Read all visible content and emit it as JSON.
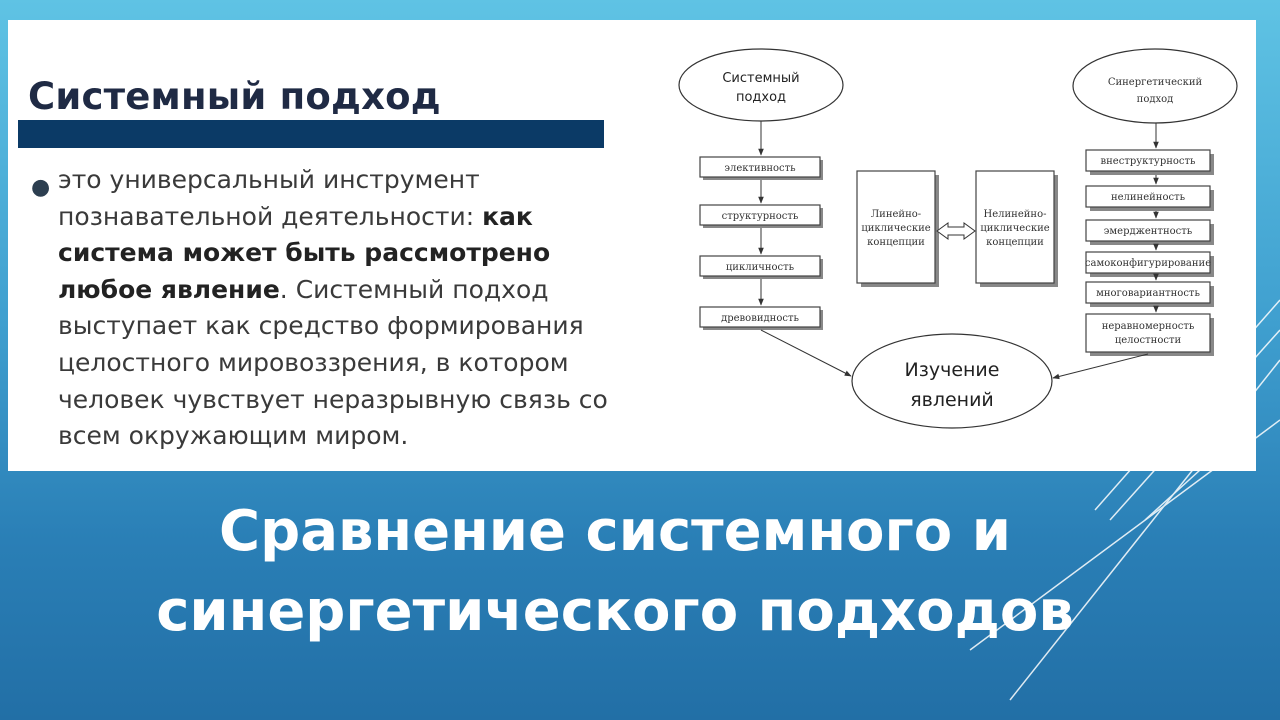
{
  "left": {
    "title": "Системный подход",
    "bullet": {
      "p1": "это универсальный инструмент познавательной деятельности: ",
      "bold": "как система может быть рассмотрено любое явление",
      "p2": ". Системный подход выступает как средство формирования целостного мировоззрения, в котором человек чувствует неразрывную связь со всем окружающим миром."
    }
  },
  "diagram": {
    "left_ellipse": [
      "Системный",
      "подход"
    ],
    "right_ellipse": [
      "Синергетический",
      "подход"
    ],
    "left_boxes": [
      "элективность",
      "структурность",
      "цикличность",
      "древовидность"
    ],
    "right_boxes": [
      [
        "внеструктурность"
      ],
      [
        "нелинейность"
      ],
      [
        "эмерджентность"
      ],
      [
        "самоконфигурирование"
      ],
      [
        "многовариантность"
      ],
      [
        "неравномерность",
        "целостности"
      ]
    ],
    "center_left": [
      "Линейно-",
      "циклические",
      "концепции"
    ],
    "center_right": [
      "Нелинейно-",
      "циклические",
      "концепции"
    ],
    "bottom_ellipse": [
      "Изучение",
      "явлений"
    ]
  },
  "main_title": {
    "line1": "Сравнение системного и",
    "line2": "синергетического подходов"
  },
  "colors": {
    "title_bar": "#0b3a66",
    "background_top": "#5fc3e4",
    "background_bottom": "#226fa6",
    "title_text": "#ffffff"
  }
}
